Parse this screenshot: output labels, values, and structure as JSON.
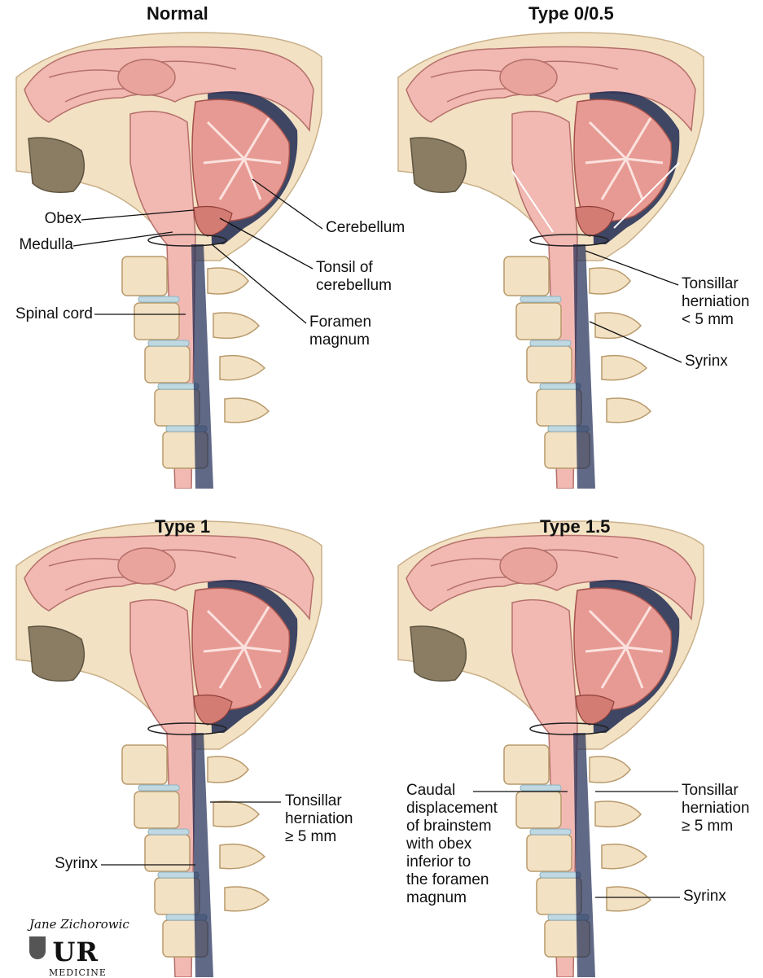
{
  "panels": {
    "normal": {
      "title": "Normal",
      "labels": {
        "obex": "Obex",
        "medulla": "Medulla",
        "spinal_cord": "Spinal cord",
        "cerebellum": "Cerebellum",
        "tonsil": "Tonsil of\ncerebellum",
        "foramen": "Foramen\nmagnum"
      }
    },
    "type05": {
      "title": "Type 0/0.5",
      "labels": {
        "herniation": "Tonsillar\nherniation\n< 5 mm",
        "syrinx": "Syrinx"
      }
    },
    "type1": {
      "title": "Type 1",
      "labels": {
        "herniation": "Tonsillar\nherniation\n≥ 5 mm",
        "syrinx": "Syrinx"
      }
    },
    "type15": {
      "title": "Type 1.5",
      "labels": {
        "caudal": "Caudal\ndisplacement\nof brainstem\nwith obex\ninferior to\nthe foramen\nmagnum",
        "herniation": "Tonsillar\nherniation\n≥ 5 mm",
        "syrinx": "Syrinx"
      }
    }
  },
  "credit": {
    "signature": "Jane Zichorowic",
    "logo_letters": "UR",
    "logo_sub": "MEDICINE",
    "logo_icon": "ur-medicine-crest-icon"
  },
  "colors": {
    "brain_pink": "#f2b9b3",
    "cerebellum": "#e79a93",
    "dark_red": "#9c3b35",
    "bone": "#f3e1c4",
    "disc_blue": "#bfd8e2",
    "csf_navy": "#1d2a52",
    "sinus_brown": "#8a7d63"
  }
}
